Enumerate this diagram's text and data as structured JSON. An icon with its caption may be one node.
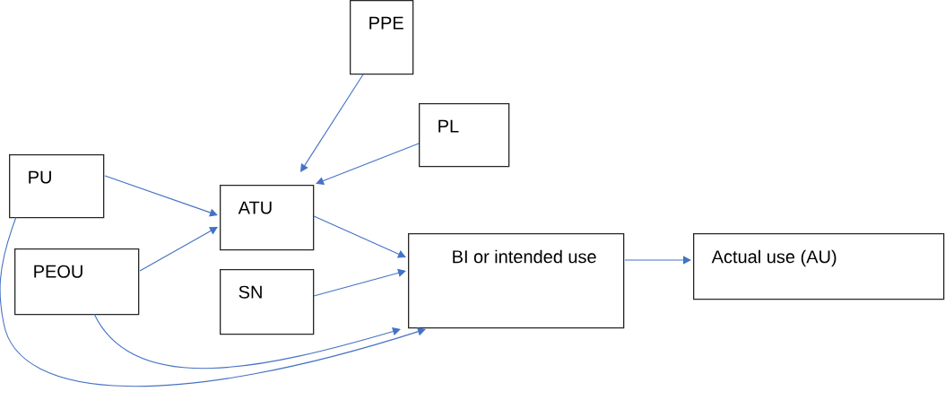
{
  "diagram": {
    "nodes": [
      {
        "text": [
          "PPE"
        ]
      },
      {
        "text": [
          "PL"
        ]
      },
      {
        "text": [
          "PU"
        ]
      },
      {
        "text": [
          "ATU"
        ]
      },
      {
        "text": [
          "PEOU"
        ]
      },
      {
        "text": [
          "SN"
        ]
      },
      {
        "text": [
          "BI or intended use"
        ]
      },
      {
        "text": [
          "Actual use (AU)"
        ]
      }
    ],
    "edges": [
      {
        "from": 0,
        "to": 3,
        "arrow": "to"
      },
      {
        "from": 1,
        "to": 3,
        "arrow": "to"
      },
      {
        "from": 2,
        "to": 3,
        "arrow": "to"
      },
      {
        "from": 4,
        "to": 3,
        "arrow": "to"
      },
      {
        "from": 3,
        "to": 6,
        "arrow": "to"
      },
      {
        "from": 5,
        "to": 6,
        "arrow": "to"
      },
      {
        "from": 6,
        "to": 7,
        "arrow": "to"
      },
      {
        "from": 4,
        "to": 6,
        "arrow": "to"
      },
      {
        "from": 2,
        "to": 6,
        "arrow": "to"
      }
    ]
  }
}
